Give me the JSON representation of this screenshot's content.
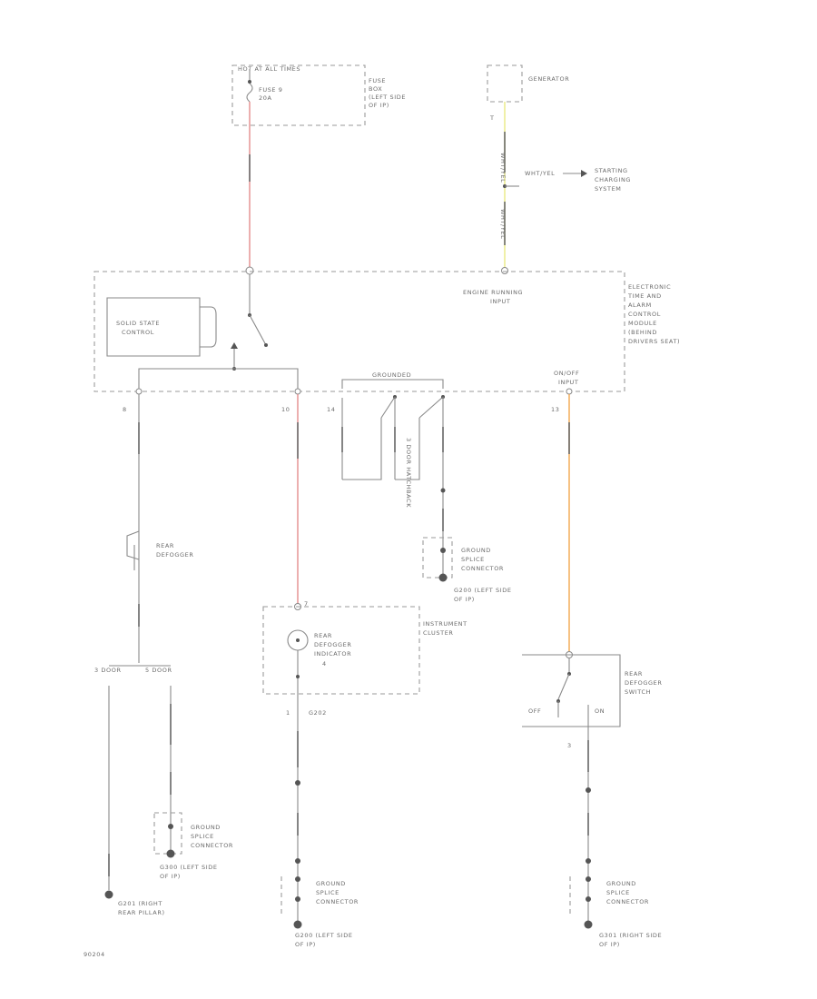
{
  "colors": {
    "red_wire": "#e07a7a",
    "yellow_wire": "#e8e87a",
    "orange_wire": "#f0a040",
    "black_wire": "#8a8a8a"
  },
  "labels": {
    "hot_at_all_times": "HOT AT ALL TIMES",
    "fuse_name": "FUSE 9",
    "fuse_rating": "20A",
    "fuse_box_1": "FUSE",
    "fuse_box_2": "BOX",
    "fuse_box_3": "(LEFT SIDE",
    "fuse_box_4": "OF IP)",
    "generator": "GENERATOR",
    "gen_pin": "T",
    "wht_yel": "WHT/YEL",
    "starting_1": "STARTING",
    "starting_2": "CHARGING",
    "starting_3": "SYSTEM",
    "engine_running_1": "ENGINE RUNNING",
    "engine_running_2": "INPUT",
    "solid_state_1": "SOLID STATE",
    "solid_state_2": "CONTROL",
    "etac_1": "ELECTRONIC",
    "etac_2": "TIME AND",
    "etac_3": "ALARM",
    "etac_4": "CONTROL",
    "etac_5": "MODULE",
    "etac_6": "(BEHIND",
    "etac_7": "DRIVERS SEAT)",
    "grounded": "GROUNDED",
    "on_off_input_1": "ON/OFF",
    "on_off_input_2": "INPUT",
    "pin_8": "8",
    "pin_10": "10",
    "pin_14": "14",
    "pin_13": "13",
    "rear_defogger_1": "REAR",
    "rear_defogger_2": "DEFOGGER",
    "vertical_label": "3 DOOR  HATCHBACK",
    "ground_splice_1": "GROUND",
    "ground_splice_2": "SPLICE",
    "ground_splice_3": "CONNECTOR",
    "g200_1": "G200 (LEFT SIDE",
    "g200_2": "OF IP)",
    "inst_pin": "7",
    "inst_cluster_1": "INSTRUMENT",
    "inst_cluster_2": "CLUSTER",
    "indicator_1": "REAR",
    "indicator_2": "DEFOGGER",
    "indicator_3": "INDICATOR",
    "indicator_4": "4",
    "switch_1": "REAR",
    "switch_2": "DEFOGGER",
    "switch_3": "SWITCH",
    "switch_off": "OFF",
    "switch_on": "ON",
    "switch_pin": "3",
    "split_left": "3 DOOR",
    "split_right": "5 DOOR",
    "pin_1": "1",
    "g202": "G202",
    "g201_1": "G201 (RIGHT",
    "g201_2": "REAR PILLAR)",
    "g300_1": "G300 (LEFT SIDE",
    "g300_2": "OF IP)",
    "g301_1": "G301 (RIGHT SIDE",
    "g301_2": "OF IP)",
    "figure_code": "90204"
  }
}
